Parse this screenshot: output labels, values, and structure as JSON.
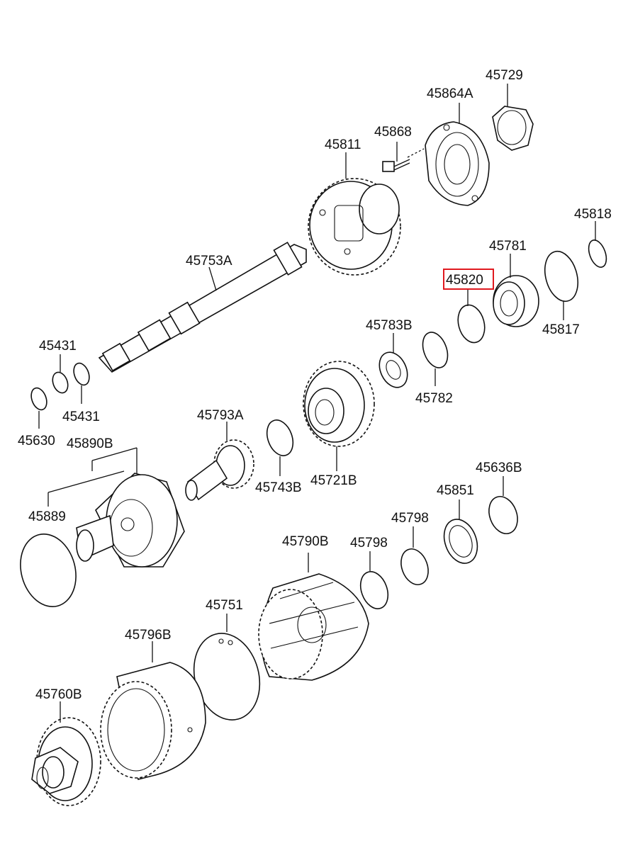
{
  "diagram": {
    "highlighted_part": "45820",
    "highlight_color": "#e0191f",
    "labels": {
      "p45729": "45729",
      "p45864A": "45864A",
      "p45868": "45868",
      "p45811": "45811",
      "p45818": "45818",
      "p45781": "45781",
      "p45820": "45820",
      "p45753A": "45753A",
      "p45783B": "45783B",
      "p45817": "45817",
      "p45431_top": "45431",
      "p45431_bottom": "45431",
      "p45782": "45782",
      "p45630": "45630",
      "p45890B": "45890B",
      "p45793A": "45793A",
      "p45743B": "45743B",
      "p45721B": "45721B",
      "p45636B": "45636B",
      "p45851": "45851",
      "p45889": "45889",
      "p45798_a": "45798",
      "p45790B": "45790B",
      "p45798_b": "45798",
      "p45751": "45751",
      "p45796B": "45796B",
      "p45760B": "45760B"
    }
  }
}
